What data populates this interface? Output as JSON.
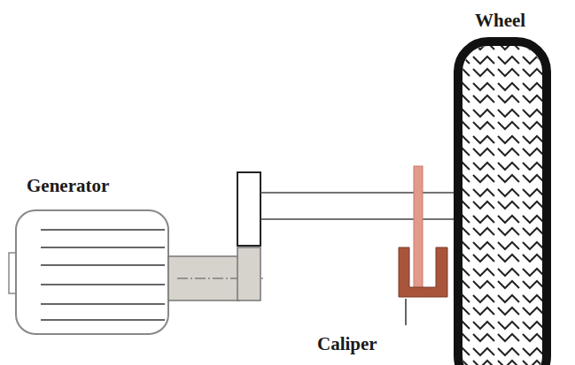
{
  "diagram": {
    "labels": [
      "Wheel",
      "Generator",
      "Caliper"
    ]
  }
}
